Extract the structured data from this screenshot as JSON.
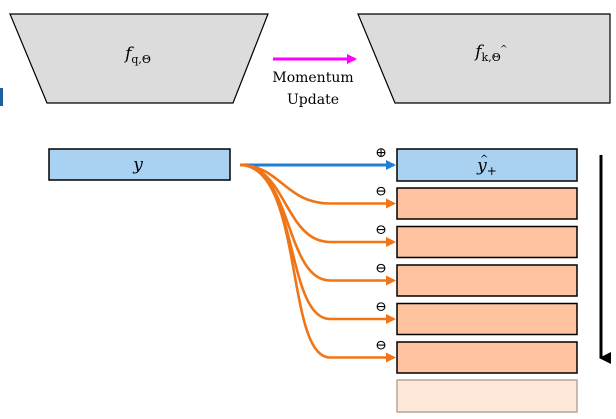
{
  "encoders": {
    "query": {
      "func": "f",
      "subscript": "q,Θ"
    },
    "key": {
      "func": "f",
      "subscript": "k,",
      "theta_hat": "Θ",
      "hat_mark": "^"
    }
  },
  "momentum": {
    "line1": "Momentum",
    "line2": "Update",
    "arrow_color": "#ff00ff"
  },
  "query_box": {
    "label": "y",
    "fill": "#a9d1f2"
  },
  "positive": {
    "label": "y",
    "hat_mark": "^",
    "subscript": "+",
    "sign": "⊕",
    "fill": "#a9d1f2",
    "arrow_color": "#1f7fd6"
  },
  "negatives": {
    "count": 5,
    "sign": "⊖",
    "fill": "#ffc49f",
    "arrow_color": "#f07516"
  },
  "faded_negative": {
    "fill": "#fde8da"
  },
  "queue_arrow": {
    "color": "#000000"
  },
  "colors": {
    "encoder_fill": "#dcdcdc",
    "stroke": "#000000"
  }
}
